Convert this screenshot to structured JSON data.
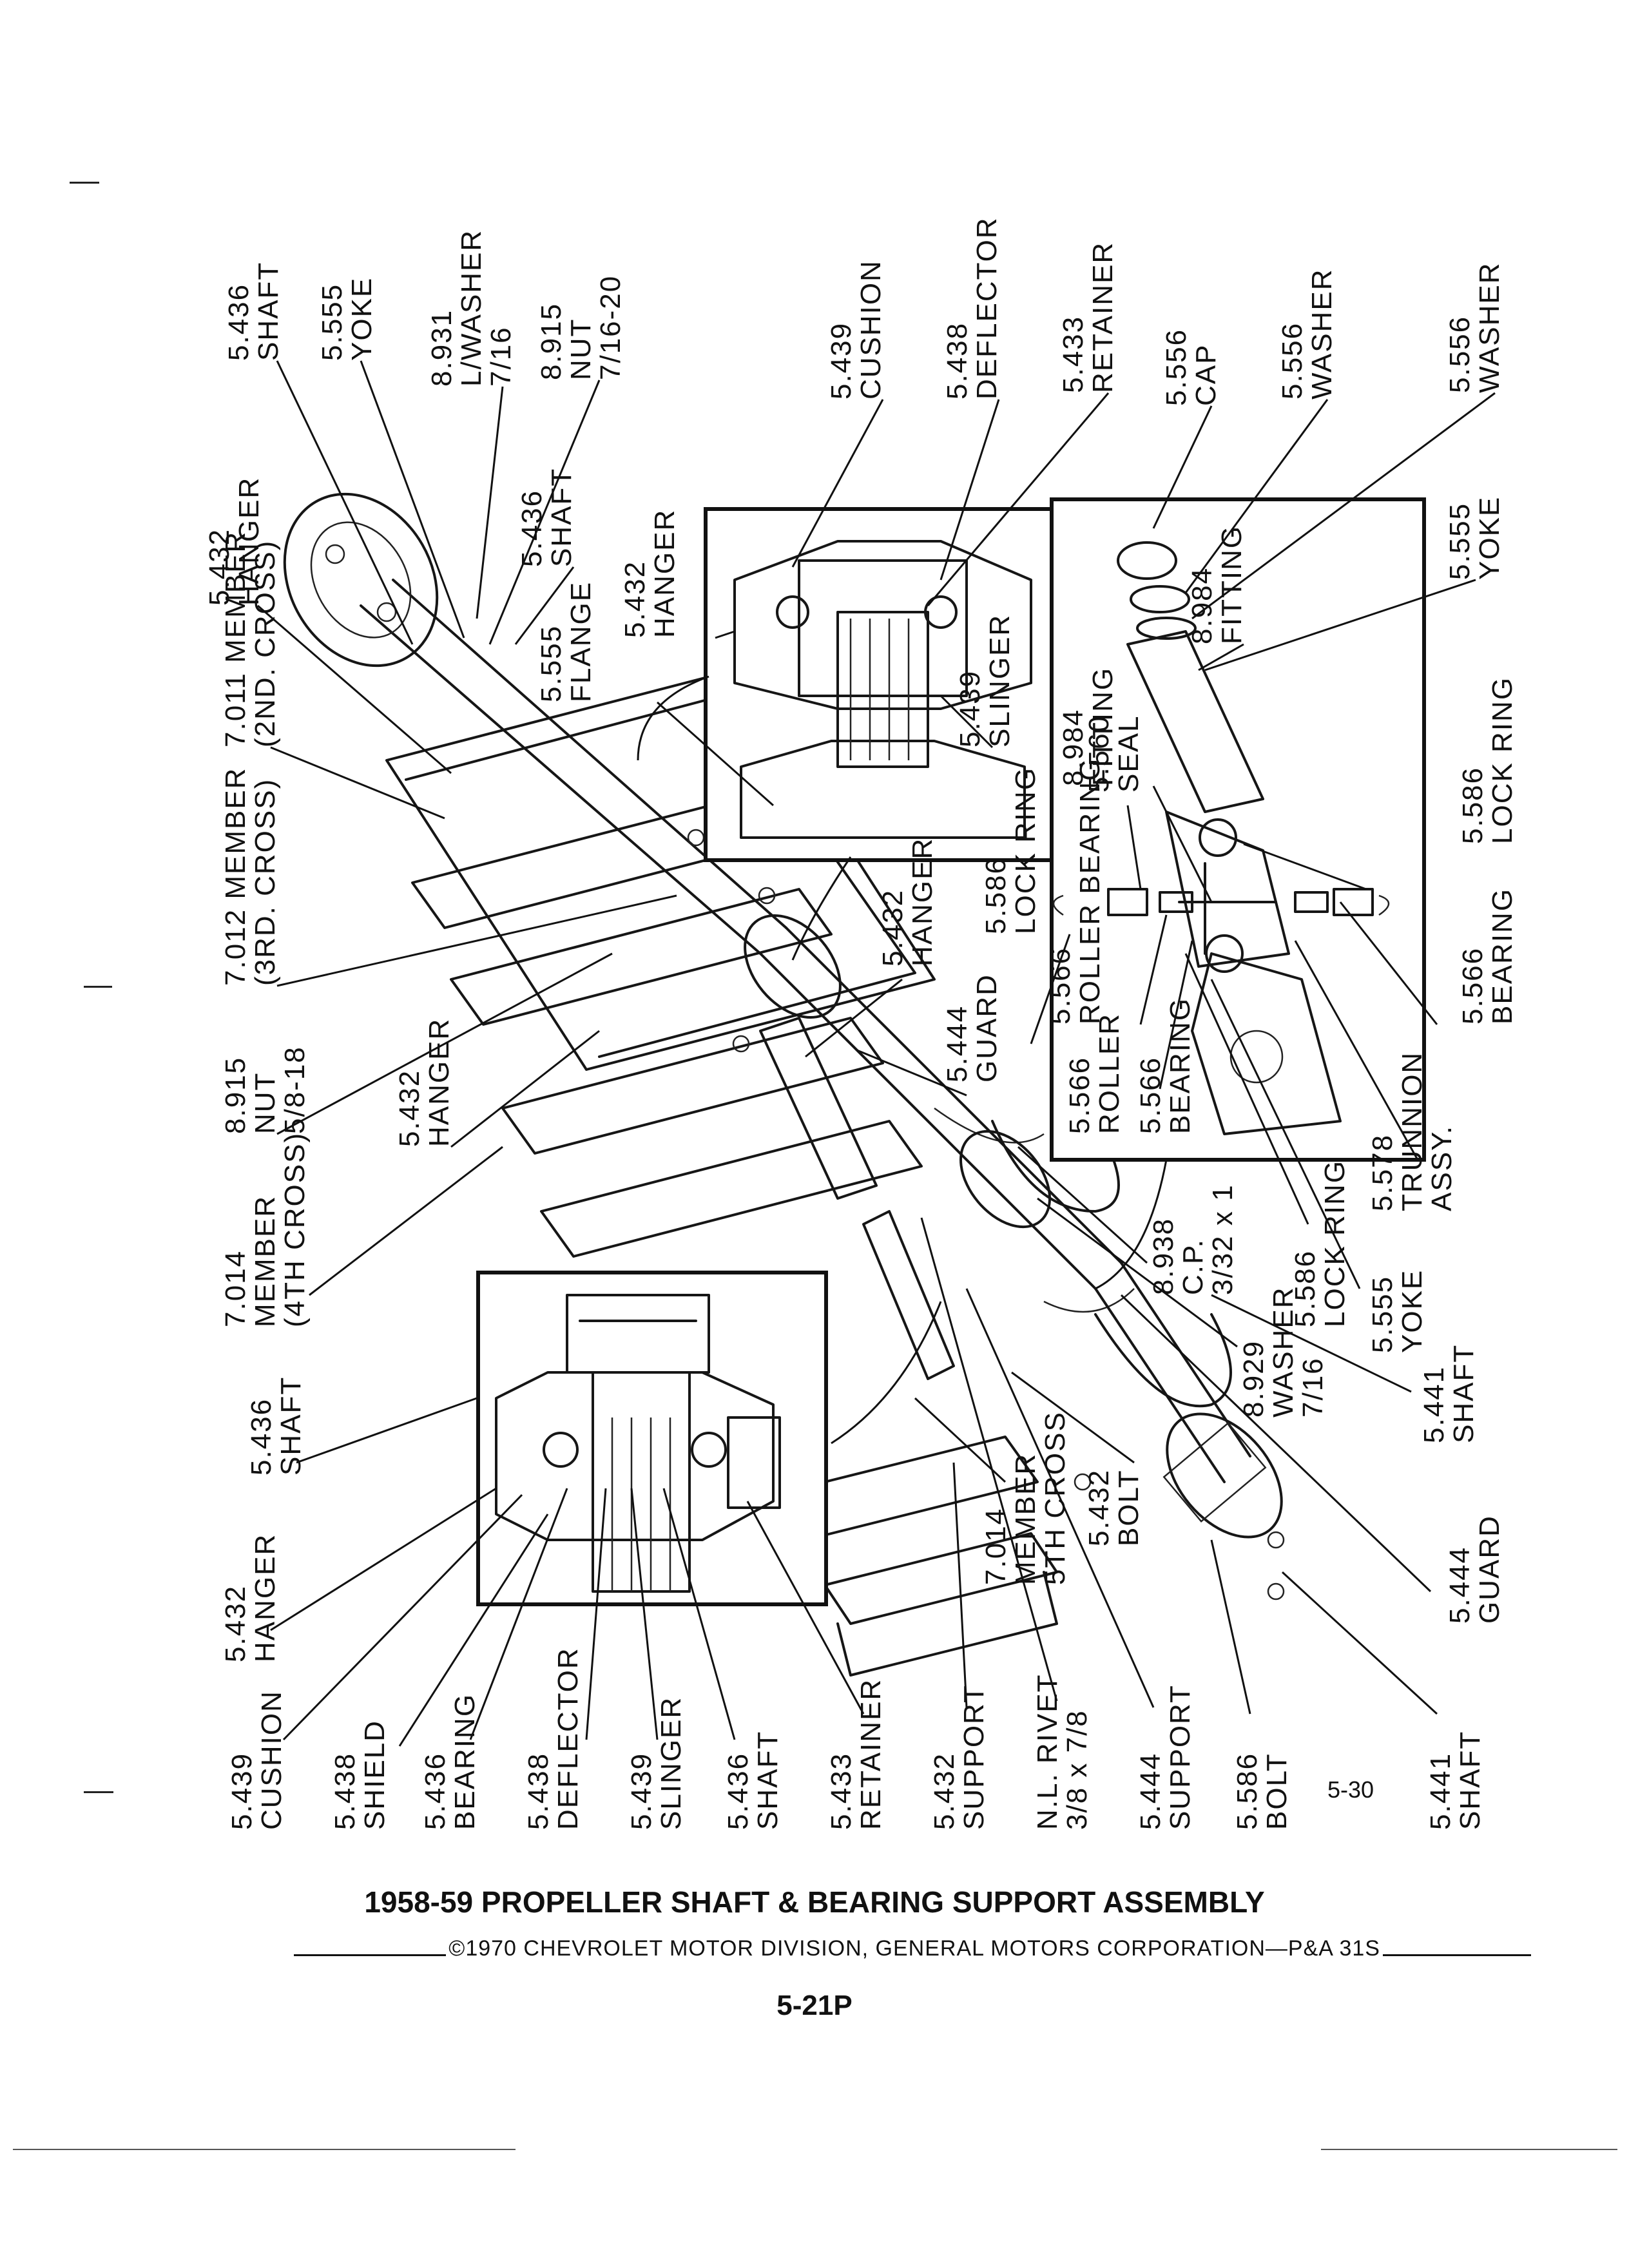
{
  "title": "1958-59 PROPELLER SHAFT & BEARING SUPPORT ASSEMBLY",
  "copyright": "©1970 CHEVROLET MOTOR DIVISION, GENERAL MOTORS CORPORATION—P&A 31S",
  "page_number": "5-21P",
  "figure_number": "5-30",
  "callouts": [
    {
      "id": "c1",
      "lines": [
        "5.436",
        "SHAFT"
      ]
    },
    {
      "id": "c2",
      "lines": [
        "5.555",
        "YOKE"
      ]
    },
    {
      "id": "c3",
      "lines": [
        "8.931",
        "L/WASHER",
        "7/16"
      ]
    },
    {
      "id": "c4",
      "lines": [
        "8.915",
        "NUT",
        "7/16-20"
      ]
    },
    {
      "id": "c5",
      "lines": [
        "5.439",
        "CUSHION"
      ]
    },
    {
      "id": "c6",
      "lines": [
        "5.438",
        "DEFLECTOR"
      ]
    },
    {
      "id": "c7",
      "lines": [
        "5.433",
        "RETAINER"
      ]
    },
    {
      "id": "c8",
      "lines": [
        "5.556",
        "CAP"
      ]
    },
    {
      "id": "c9",
      "lines": [
        "5.556",
        "WASHER"
      ]
    },
    {
      "id": "c10",
      "lines": [
        "5.556",
        "WASHER"
      ]
    },
    {
      "id": "c11",
      "lines": [
        "5.432",
        "HANGER"
      ]
    },
    {
      "id": "c12",
      "lines": [
        "5.436",
        "SHAFT"
      ]
    },
    {
      "id": "c13",
      "lines": [
        "5.432",
        "HANGER"
      ]
    },
    {
      "id": "c14",
      "lines": [
        "5.555",
        "FLANGE"
      ]
    },
    {
      "id": "c15",
      "lines": [
        "5.439",
        "SLINGER"
      ]
    },
    {
      "id": "c16",
      "lines": [
        "8.984",
        "FITTING"
      ]
    },
    {
      "id": "c17",
      "lines": [
        "8.984",
        "FITTING"
      ]
    },
    {
      "id": "c18",
      "lines": [
        "5.555",
        "YOKE"
      ]
    },
    {
      "id": "c19",
      "lines": [
        "7.011 MEMBER",
        "(2ND. CROSS)"
      ]
    },
    {
      "id": "c20",
      "lines": [
        "7.012 MEMBER",
        "(3RD. CROSS)"
      ]
    },
    {
      "id": "c21",
      "lines": [
        "8.915",
        "NUT",
        "5/8-18"
      ]
    },
    {
      "id": "c22",
      "lines": [
        "5.432",
        "HANGER"
      ]
    },
    {
      "id": "c23",
      "lines": [
        "5.432",
        "HANGER"
      ]
    },
    {
      "id": "c24",
      "lines": [
        "5.444",
        "GUARD"
      ]
    },
    {
      "id": "c25",
      "lines": [
        "5.586",
        "LOCK RING"
      ]
    },
    {
      "id": "c26",
      "lines": [
        "5.560",
        "SEAL"
      ]
    },
    {
      "id": "c27",
      "lines": [
        "5.586",
        "LOCK RING"
      ]
    },
    {
      "id": "c28",
      "lines": [
        "5.566",
        "BEARING"
      ]
    },
    {
      "id": "c29",
      "lines": [
        "5.566",
        "ROLLER BEARING"
      ]
    },
    {
      "id": "c30",
      "lines": [
        "5.566",
        "ROLLER"
      ]
    },
    {
      "id": "c31",
      "lines": [
        "5.566",
        "BEARING"
      ]
    },
    {
      "id": "c32",
      "lines": [
        "5.578",
        "TRUNNION",
        "ASSY."
      ]
    },
    {
      "id": "c33",
      "lines": [
        "5.586",
        "LOCK RING"
      ]
    },
    {
      "id": "c34",
      "lines": [
        "5.555",
        "YOKE"
      ]
    },
    {
      "id": "c35",
      "lines": [
        "7.014",
        "MEMBER",
        "(4TH CROSS)"
      ]
    },
    {
      "id": "c36",
      "lines": [
        "8.938",
        "C.P.",
        "3/32 x 1"
      ]
    },
    {
      "id": "c37",
      "lines": [
        "8.929",
        "WASHER",
        "7/16"
      ]
    },
    {
      "id": "c38",
      "lines": [
        "5.441",
        "SHAFT"
      ]
    },
    {
      "id": "c39",
      "lines": [
        "5.436",
        "SHAFT"
      ]
    },
    {
      "id": "c40",
      "lines": [
        "5.432",
        "HANGER"
      ]
    },
    {
      "id": "c41",
      "lines": [
        "7.014",
        "MEMBER",
        "5TH CROSS"
      ]
    },
    {
      "id": "c42",
      "lines": [
        "5.432",
        "BOLT"
      ]
    },
    {
      "id": "c43",
      "lines": [
        "5.444",
        "GUARD"
      ]
    },
    {
      "id": "c44",
      "lines": [
        "5.439",
        "CUSHION"
      ]
    },
    {
      "id": "c45",
      "lines": [
        "5.438",
        "SHIELD"
      ]
    },
    {
      "id": "c46",
      "lines": [
        "5.436",
        "BEARING"
      ]
    },
    {
      "id": "c47",
      "lines": [
        "5.438",
        "DEFLECTOR"
      ]
    },
    {
      "id": "c48",
      "lines": [
        "5.439",
        "SLINGER"
      ]
    },
    {
      "id": "c49",
      "lines": [
        "5.436",
        "SHAFT"
      ]
    },
    {
      "id": "c50",
      "lines": [
        "5.433",
        "RETAINER"
      ]
    },
    {
      "id": "c51",
      "lines": [
        "5.432",
        "SUPPORT"
      ]
    },
    {
      "id": "c52",
      "lines": [
        "N.L. RIVET",
        "3/8 x 7/8"
      ]
    },
    {
      "id": "c53",
      "lines": [
        "5.444",
        "SUPPORT"
      ]
    },
    {
      "id": "c54",
      "lines": [
        "5.586",
        "BOLT"
      ]
    },
    {
      "id": "c55",
      "lines": [
        "5.441",
        "SHAFT"
      ]
    }
  ]
}
